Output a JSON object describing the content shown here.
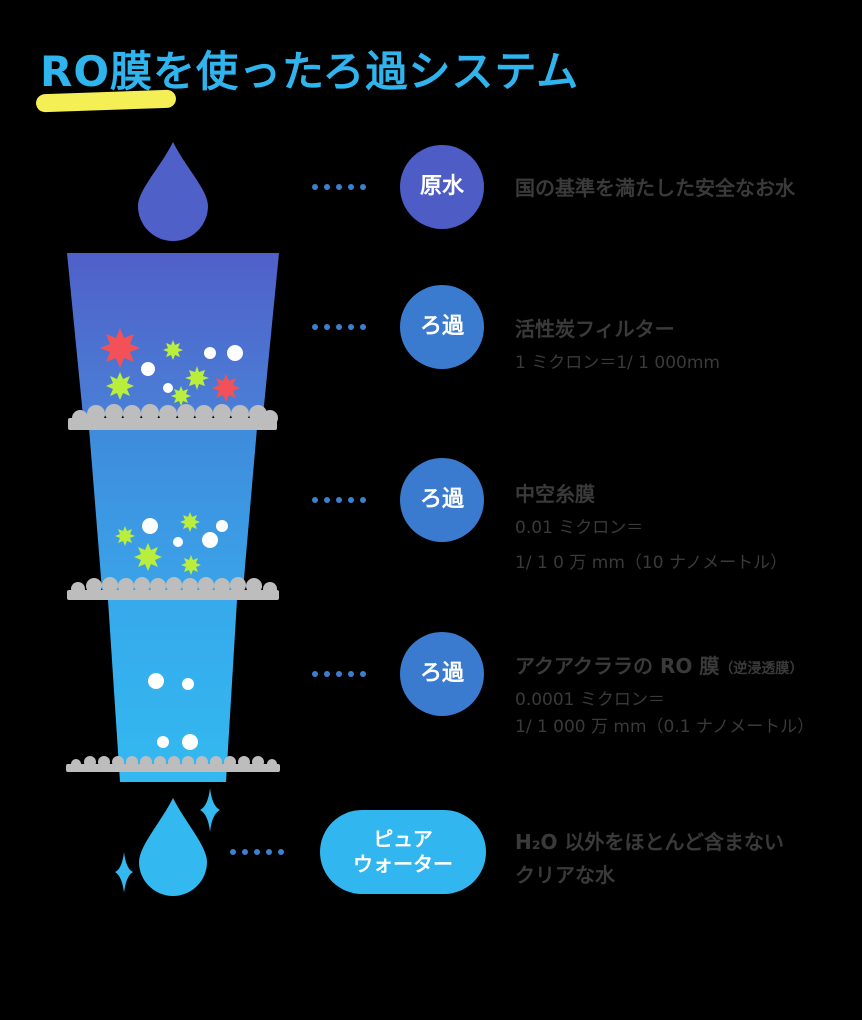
{
  "title": {
    "ro": "RO",
    "rest": "膜を使ったろ過システム"
  },
  "stages": [
    {
      "badge": "原水",
      "heading": "国の基準を満たした安全なお水",
      "heading_note": "",
      "lines": []
    },
    {
      "badge": "ろ過",
      "heading": "活性炭フィルター",
      "heading_note": "",
      "lines": [
        "1 ミクロン＝1/ 1 000mm"
      ]
    },
    {
      "badge": "ろ過",
      "heading": "中空糸膜",
      "heading_note": "",
      "lines": [
        "0.01 ミクロン＝",
        "1/ 1 0 万 mm（10 ナノメートル）"
      ]
    },
    {
      "badge": "ろ過",
      "heading": "アクアクララの RO 膜",
      "heading_note": "（逆浸透膜）",
      "lines": [
        "0.0001 ミクロン＝",
        "1/ 1 000 万 mm（0.1 ナノメートル）"
      ]
    },
    {
      "badge": "ピュア\nウォーター",
      "heading": "H₂O 以外をほとんど含まない",
      "heading_note": "",
      "lines": [
        "クリアな水"
      ]
    }
  ],
  "colors": {
    "title": "#2fb4ee",
    "highlight": "#f4ef55",
    "drop_top": "#5262c8",
    "drop_bottom": "#33b9f0",
    "badge_raw": "#4e5cc6",
    "badge_filter": "#3a7bd0",
    "badge_pure": "#32b6ef",
    "dots": "#3b7fcf",
    "membrane": "#bdbdbd",
    "particle_red": "#f25257",
    "particle_green": "#b9ee3c",
    "particle_white": "#ffffff"
  }
}
